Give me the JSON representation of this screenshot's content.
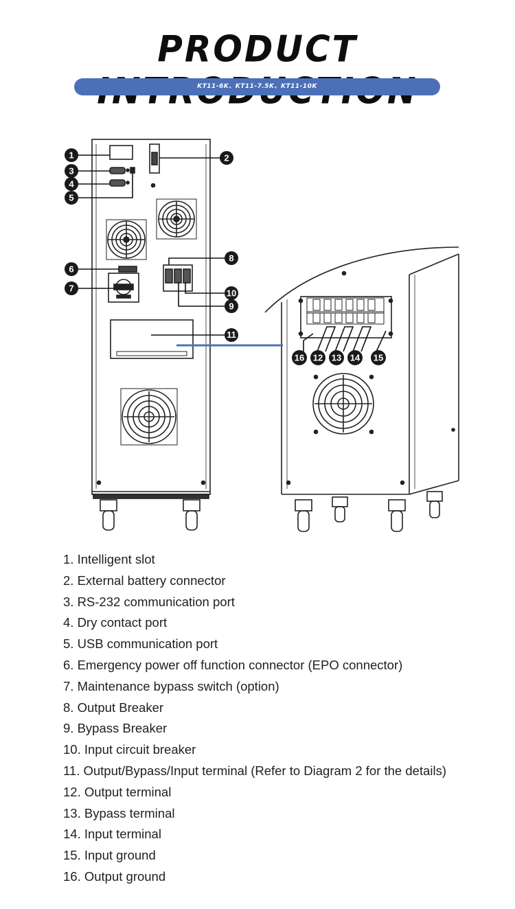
{
  "header": {
    "title": "PRODUCT INTRODUCTION",
    "models": "KT11-6K、KT11-7.5K、KT11-10K"
  },
  "callouts": [
    "1",
    "2",
    "3",
    "4",
    "5",
    "6",
    "7",
    "8",
    "9",
    "10",
    "11",
    "12",
    "13",
    "14",
    "15",
    "16"
  ],
  "legend": [
    "1.  Intelligent slot",
    "2.  External battery connector",
    "3.  RS-232 communication port",
    "4.  Dry contact port",
    "5.  USB communication port",
    "6.  Emergency power off function connector (EPO connector)",
    "7.  Maintenance bypass switch (option)",
    "8.  Output Breaker",
    "9.  Bypass Breaker",
    "10. Input circuit breaker",
    "11. Output/Bypass/Input terminal (Refer to Diagram 2 for the details)",
    "12. Output terminal",
    "13. Bypass terminal",
    "14. Input terminal",
    "15. Input ground",
    "16. Output ground"
  ],
  "colors": {
    "accent": "#4c70b8",
    "line": "#222222",
    "badge": "#1a1a1a"
  }
}
